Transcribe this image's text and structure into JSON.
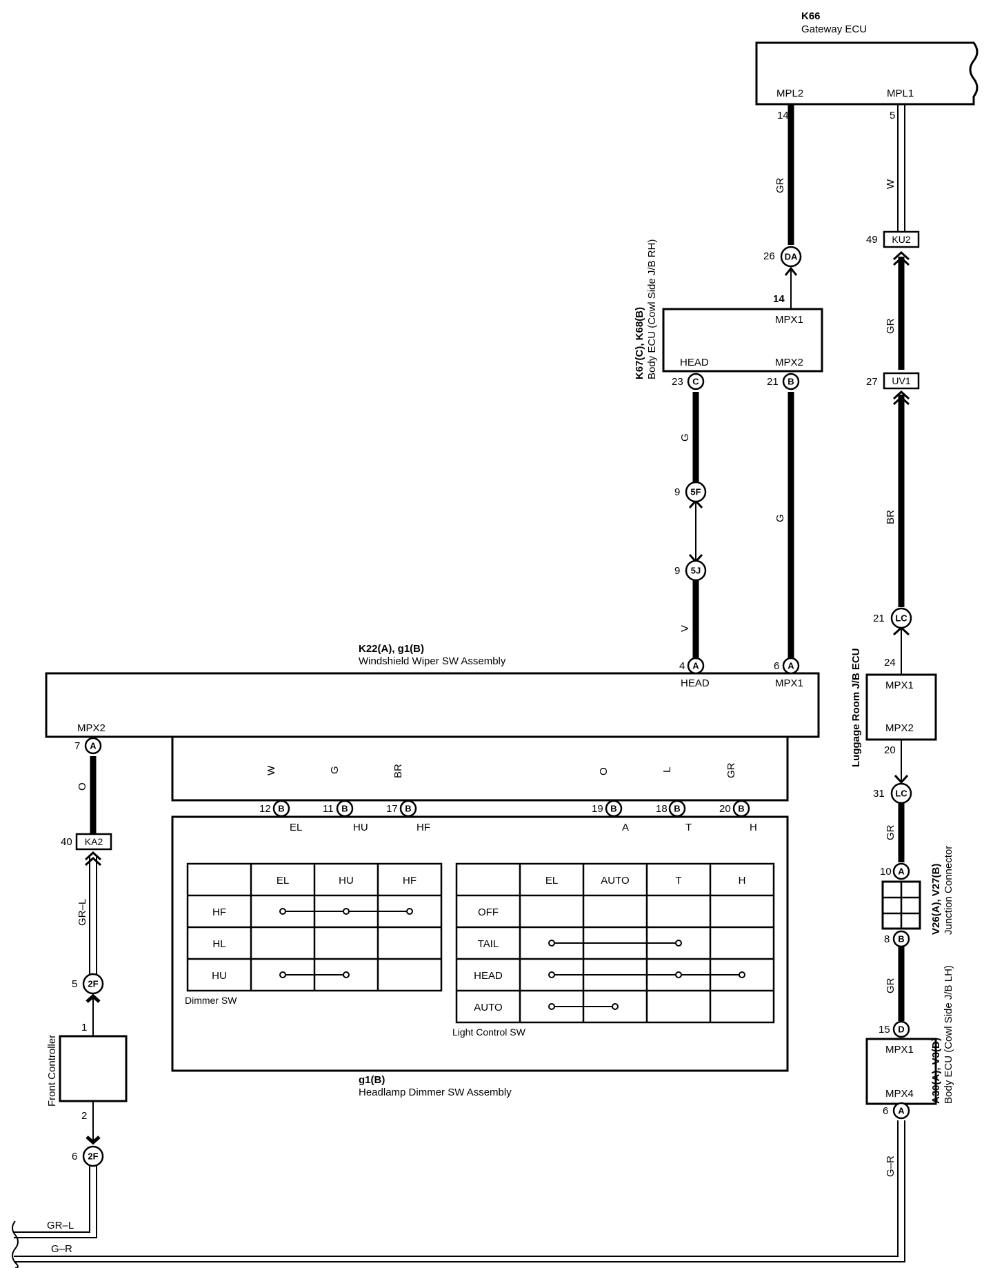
{
  "components": {
    "gateway_ecu": {
      "code": "K66",
      "name": "Gateway ECU",
      "pin_mpl2": "MPL2",
      "pin_mpl1": "MPL1"
    },
    "body_ecu_rh": {
      "code": "K67(C), K68(B)",
      "name": "Body ECU (Cowl Side J/B RH)",
      "pin_mpx1": "MPX1",
      "pin_head": "HEAD",
      "pin_mpx2": "MPX2"
    },
    "wiper_sw": {
      "code": "K22(A), g1(B)",
      "name": "Windshield Wiper SW Assembly",
      "pin_head": "HEAD",
      "pin_mpx1": "MPX1",
      "pin_mpx2": "MPX2"
    },
    "dimmer_sw": {
      "code": "g1(B)",
      "name": "Headlamp Dimmer SW Assembly"
    },
    "front_controller": {
      "name": "Front Controller"
    },
    "luggage_ecu": {
      "name": "Luggage Room J/B ECU",
      "pin_mpx1": "MPX1",
      "pin_mpx2": "MPX2"
    },
    "junction_connector": {
      "code": "V26(A), V27(B)",
      "name": "Junction Connector"
    },
    "body_ecu_lh": {
      "code": "A30(A), V3(D)",
      "name": "Body ECU (Cowl Side J/B LH)",
      "pin_mpx1": "MPX1",
      "pin_mpx4": "MPX4"
    }
  },
  "pins": {
    "p14a": "14",
    "p5": "5",
    "p49": "49",
    "p26": "26",
    "p14b": "14",
    "p23": "23",
    "p21a": "21",
    "p27": "27",
    "p9a": "9",
    "p9b": "9",
    "p4": "4",
    "p6a": "6",
    "p21b": "21",
    "p24": "24",
    "p20a": "20",
    "p31": "31",
    "p7": "7",
    "p40": "40",
    "p5b": "5",
    "p1": "1",
    "p2": "2",
    "p6b": "6",
    "p12": "12",
    "p11": "11",
    "p17": "17",
    "p19": "19",
    "p18": "18",
    "p20b": "20",
    "p10": "10",
    "p8": "8",
    "p15": "15",
    "p6c": "6"
  },
  "terminals": {
    "da": "DA",
    "c": "C",
    "b": "B",
    "a": "A",
    "d": "D",
    "f5": "5F",
    "j5": "5J",
    "lc": "LC",
    "f2": "2F"
  },
  "connectors": {
    "ku2": "KU2",
    "uv1": "UV1",
    "ka2": "KA2"
  },
  "wire_colors": {
    "gr": "GR",
    "w": "W",
    "g": "G",
    "v": "V",
    "br": "BR",
    "o": "O",
    "l": "L",
    "gr_l": "GR–L",
    "g_r": "G–R"
  },
  "switch_taps": {
    "el": "EL",
    "hu": "HU",
    "hf": "HF",
    "a": "A",
    "t": "T",
    "h": "H"
  },
  "dimmer_table": {
    "caption": "Dimmer SW",
    "headers": [
      "EL",
      "HU",
      "HF"
    ],
    "rows": [
      "HF",
      "HL",
      "HU"
    ]
  },
  "light_table": {
    "caption": "Light Control SW",
    "headers": [
      "EL",
      "AUTO",
      "T",
      "H"
    ],
    "rows": [
      "OFF",
      "TAIL",
      "HEAD",
      "AUTO"
    ]
  }
}
